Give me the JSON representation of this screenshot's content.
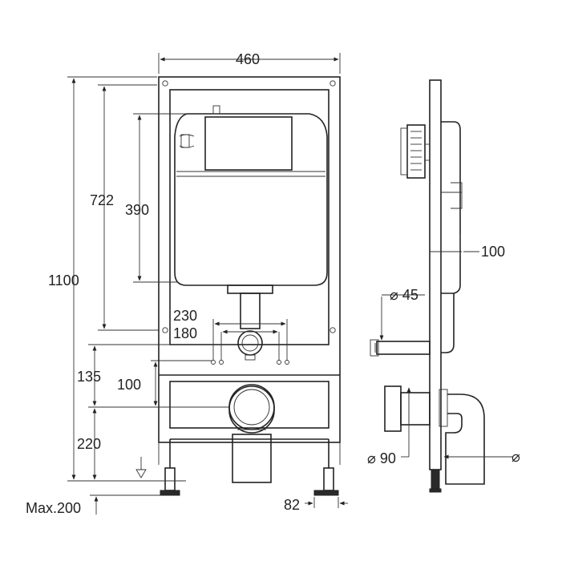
{
  "dimensions": {
    "frame_width": "460",
    "total_height": "1100",
    "support_height": "722",
    "cistern_height": "390",
    "spacing_outer": "230",
    "spacing_inner": "180",
    "height_135": "135",
    "height_100": "100",
    "height_220": "220",
    "max_adjust": "Max.200",
    "foot_width": "82",
    "depth": "100",
    "flush_pipe_diameter": "⌀ 45",
    "outlet_diameter": "⌀ 90",
    "drain_diameter": "⌀"
  },
  "colors": {
    "line": "#222222",
    "background": "#ffffff"
  }
}
